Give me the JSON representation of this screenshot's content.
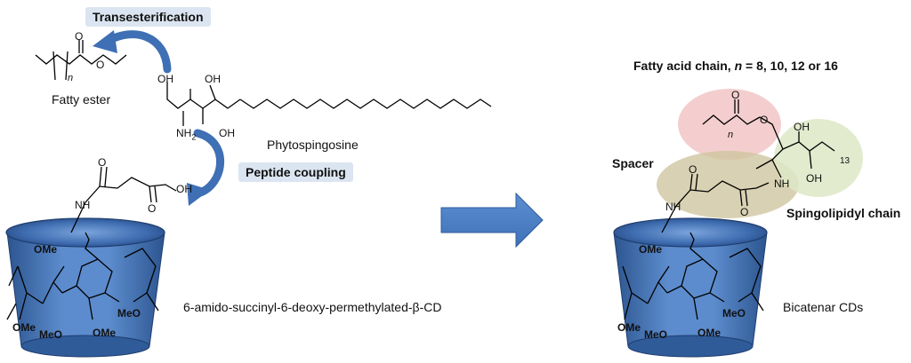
{
  "labels": {
    "transesterification": "Transesterification",
    "peptide_coupling": "Peptide coupling",
    "fatty_ester": "Fatty ester",
    "phytospingosine": "Phytospingosine",
    "cd_name": "6-amido-succinyl-6-deoxy-permethylated-β-CD",
    "bicatenar": "Bicatenar CDs",
    "fatty_acid_chain_prefix": "Fatty acid chain, ",
    "fatty_acid_chain_n": "n",
    "fatty_acid_chain_suffix": " = 8, 10, 12 or 16",
    "spacer": "Spacer",
    "spingolipidyl": "Spingolipidyl chain"
  },
  "atoms_left": {
    "o_ester_carbonyl": "O",
    "o_ester": "O",
    "n_sub": "n",
    "oh_top": "OH",
    "oh_left": "OH",
    "nh2": "NH",
    "nh2_sub": "2",
    "oh_bottom": "OH",
    "o_succ_top": "O",
    "oh_acid": "OH",
    "nh_cd": "NH",
    "o_succ_bottom": "O",
    "ome_1": "OMe",
    "ome_2": "OMe",
    "ome_3": "MeO",
    "ome_4": "OMe",
    "ome_5": "MeO"
  },
  "atoms_right": {
    "o_carbonyl": "O",
    "n_sub": "n",
    "o_ester": "O",
    "oh_top": "OH",
    "sub_13": "13",
    "nh": "NH",
    "oh_bottom": "OH",
    "o_amide_top": "O",
    "nh_cd": "NH",
    "o_amide_bottom": "O",
    "ome_1": "OMe",
    "ome_2": "OMe",
    "ome_3": "MeO",
    "ome_4": "OMe",
    "ome_5": "MeO"
  },
  "colors": {
    "cd_fill": "#3f6fb4",
    "arrow": "#4f81bd",
    "label_box": "#dbe5f1",
    "fatty_highlight": "#f2c6c6",
    "spacer_highlight": "#cfc6a0",
    "sphingo_highlight": "#dde8c6"
  }
}
